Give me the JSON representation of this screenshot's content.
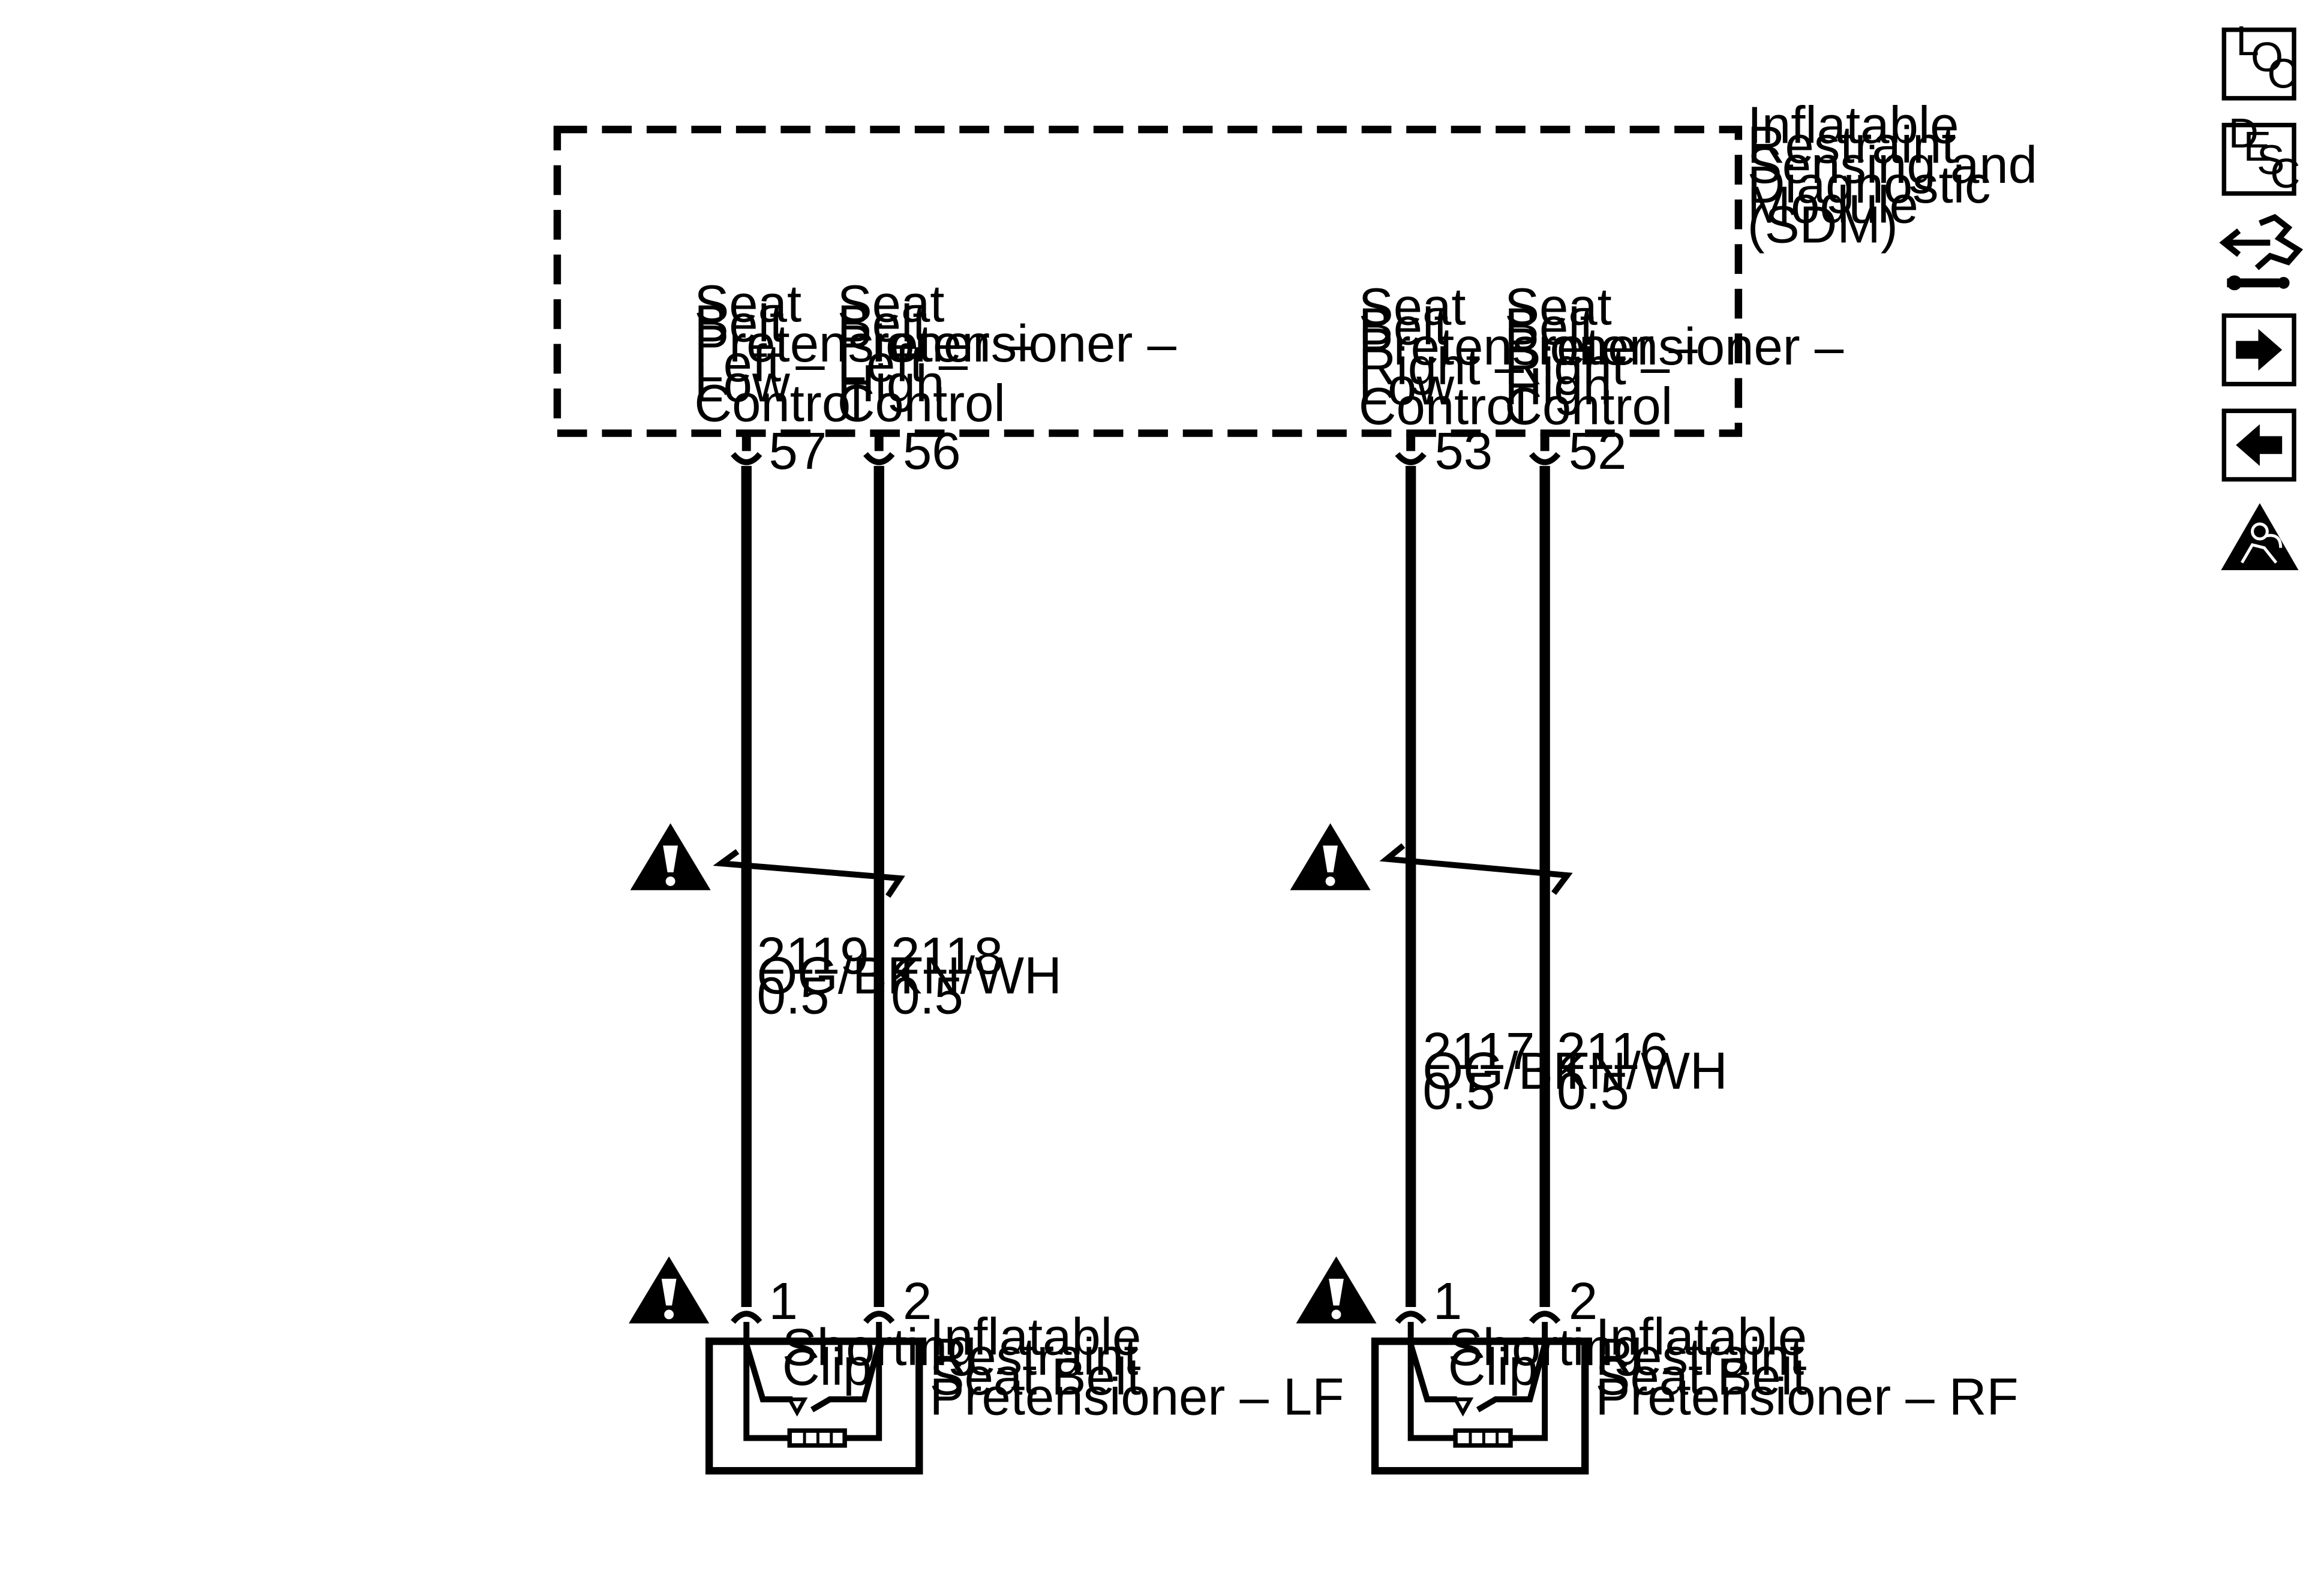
{
  "sdm": {
    "label": [
      "Inflatable",
      "Restraint",
      "Sensing and",
      "Diagnostic",
      "Module",
      "(SDM)"
    ],
    "pins": [
      {
        "pin": "57",
        "label": [
          "Seat",
          "Belt",
          "Pretensioner –",
          "Left –",
          "Low",
          "Control"
        ]
      },
      {
        "pin": "56",
        "label": [
          "Seat",
          "Belt",
          "Pretensioner –",
          "Left –",
          "High",
          "Control"
        ]
      },
      {
        "pin": "53",
        "label": [
          "Seat",
          "Belt",
          "Pretensioner –",
          "Right –",
          "Low",
          "Control"
        ]
      },
      {
        "pin": "52",
        "label": [
          "Seat",
          "Belt",
          "Pretensioner –",
          "Right –",
          "High",
          "Control"
        ]
      }
    ]
  },
  "wires": [
    {
      "circuit": "2119",
      "color": "OG/BK",
      "size": "0.5"
    },
    {
      "circuit": "2118",
      "color": "TN/WH",
      "size": "0.5"
    },
    {
      "circuit": "2117",
      "color": "OG/BK",
      "size": "0.5"
    },
    {
      "circuit": "2116",
      "color": "TN/WH",
      "size": "0.5"
    }
  ],
  "pretensioners": [
    {
      "pins": [
        "1",
        "2"
      ],
      "clip_label": [
        "Shorting",
        "Clip"
      ],
      "label": [
        "Inflatable",
        "Restraint",
        "Seat Belt",
        "Pretensioner – LF"
      ]
    },
    {
      "pins": [
        "1",
        "2"
      ],
      "clip_label": [
        "Shorting",
        "Clip"
      ],
      "label": [
        "Inflatable",
        "Restraint",
        "Seat Belt",
        "Pretensioner – RF"
      ]
    }
  ],
  "toolbar": {
    "loc": [
      "L",
      "O",
      "C"
    ],
    "desc": [
      "D",
      "E",
      "S",
      "C"
    ],
    "icons": [
      "location-icon",
      "description-icon",
      "connector-tool-icon",
      "next-arrow-icon",
      "previous-arrow-icon",
      "airbag-icon"
    ]
  },
  "warning_icon": "exclamation-triangle-icon"
}
